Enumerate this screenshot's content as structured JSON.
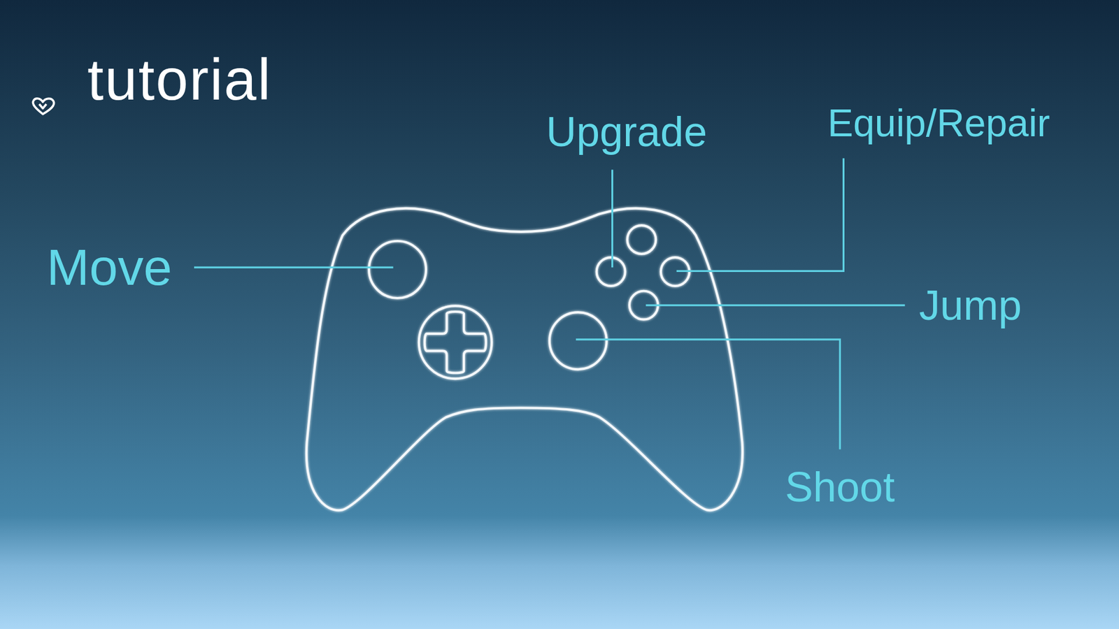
{
  "diagram": {
    "title": "tutorial",
    "labels": [
      "Move",
      "Upgrade",
      "Equip/Repair",
      "Jump",
      "Shoot"
    ]
  }
}
